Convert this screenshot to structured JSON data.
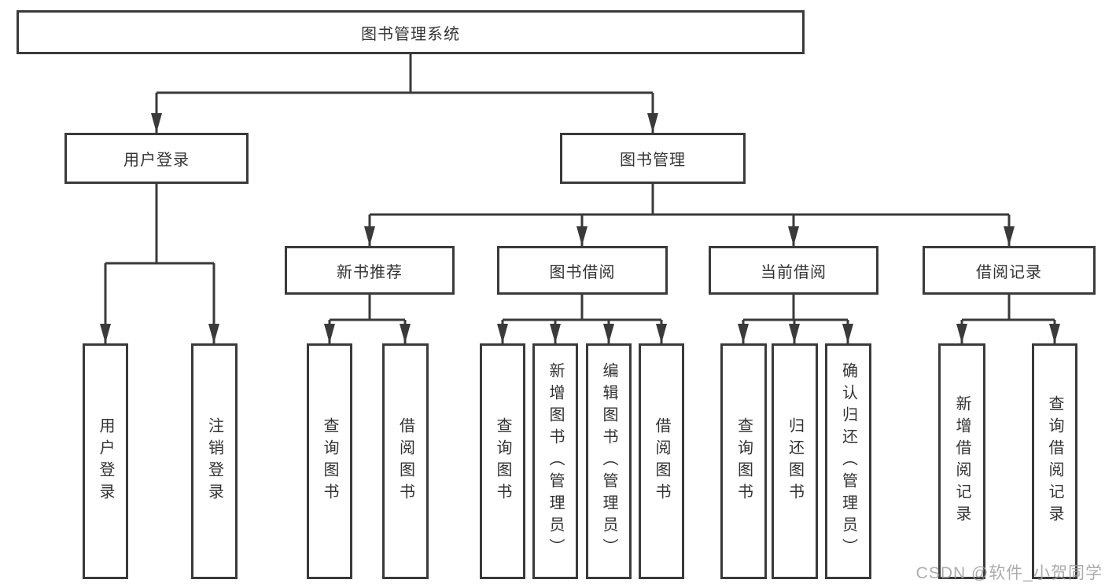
{
  "diagram": {
    "type": "hierarchy-tree",
    "nodes": {
      "root": {
        "label": "图书管理系统"
      },
      "user_login": {
        "label": "用户登录"
      },
      "book_management": {
        "label": "图书管理"
      },
      "new_book_recommend": {
        "label": "新书推荐"
      },
      "book_borrow": {
        "label": "图书借阅"
      },
      "current_borrow": {
        "label": "当前借阅"
      },
      "borrow_records": {
        "label": "借阅记录"
      },
      "leaf_user_login": {
        "label": "用户登录"
      },
      "leaf_logout": {
        "label": "注销登录"
      },
      "leaf_query_books_1": {
        "label": "查询图书"
      },
      "leaf_borrow_books_1": {
        "label": "借阅图书"
      },
      "leaf_query_books_2": {
        "label": "查询图书"
      },
      "leaf_add_book": {
        "label": "新增图书（管理员）"
      },
      "leaf_edit_book": {
        "label": "编辑图书（管理员）"
      },
      "leaf_borrow_books_2": {
        "label": "借阅图书"
      },
      "leaf_query_books_3": {
        "label": "查询图书"
      },
      "leaf_return_book": {
        "label": "归还图书"
      },
      "leaf_confirm_return": {
        "label": "确认归还（管理员）"
      },
      "leaf_add_borrow_record": {
        "label": "新增借阅记录"
      },
      "leaf_query_borrow_record": {
        "label": "查询借阅记录"
      }
    },
    "edges": [
      [
        "root",
        "user_login"
      ],
      [
        "root",
        "book_management"
      ],
      [
        "user_login",
        "leaf_user_login"
      ],
      [
        "user_login",
        "leaf_logout"
      ],
      [
        "book_management",
        "new_book_recommend"
      ],
      [
        "book_management",
        "book_borrow"
      ],
      [
        "book_management",
        "current_borrow"
      ],
      [
        "book_management",
        "borrow_records"
      ],
      [
        "new_book_recommend",
        "leaf_query_books_1"
      ],
      [
        "new_book_recommend",
        "leaf_borrow_books_1"
      ],
      [
        "book_borrow",
        "leaf_query_books_2"
      ],
      [
        "book_borrow",
        "leaf_add_book"
      ],
      [
        "book_borrow",
        "leaf_edit_book"
      ],
      [
        "book_borrow",
        "leaf_borrow_books_2"
      ],
      [
        "current_borrow",
        "leaf_query_books_3"
      ],
      [
        "current_borrow",
        "leaf_return_book"
      ],
      [
        "current_borrow",
        "leaf_confirm_return"
      ],
      [
        "borrow_records",
        "leaf_add_borrow_record"
      ],
      [
        "borrow_records",
        "leaf_query_borrow_record"
      ]
    ],
    "colors": {
      "line": "#3a3a3a",
      "border": "#3a3a3a",
      "text": "#333333",
      "background": "#ffffff",
      "watermark": "#9e9e9e"
    },
    "watermark": {
      "text": "CSDN @软件_小贺同学"
    }
  }
}
